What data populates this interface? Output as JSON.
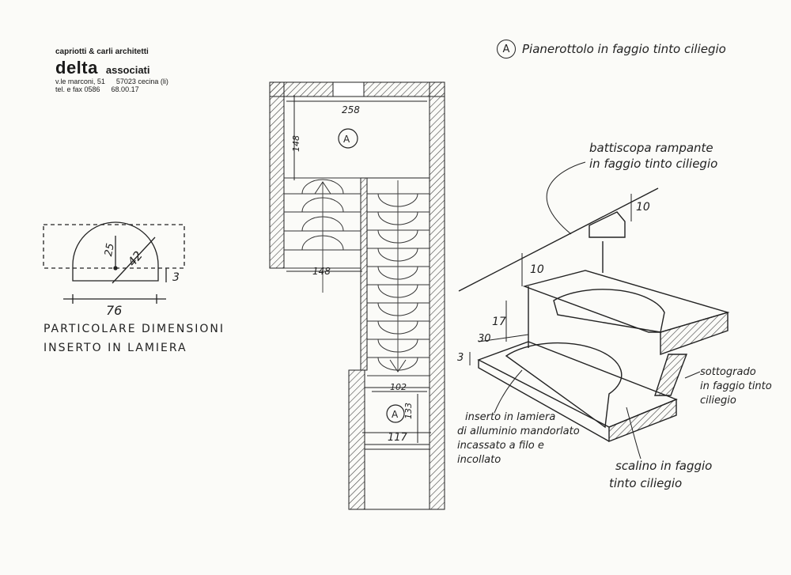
{
  "firm": {
    "line1": "capriotti & carli architetti",
    "logo": "delta",
    "associati": "associati",
    "address_street": "v.le marconi, 51",
    "address_city": "57023 cecina (li)",
    "phone_label": "tel. e fax 0586",
    "phone_number": "68.00.17"
  },
  "title_marker": "A",
  "title_text": "Pianerottolo in faggio tinto ciliegio",
  "detail": {
    "caption_line1": "PARTICOLARE DIMENSIONI",
    "caption_line2": "INSERTO IN LAMIERA",
    "dim_width": "76",
    "dim_radius": "42",
    "dim_height": "25",
    "dim_thickness": "3"
  },
  "plan": {
    "dim_top_width": "258",
    "dim_landing_depth": "148",
    "dim_flight_width": "148",
    "marker_top": "A",
    "marker_bottom": "A",
    "dim_lower_width": "102",
    "dim_lower_depth": "133",
    "dim_lower_bottom": "117"
  },
  "section": {
    "label_skirting_line1": "battiscopa rampante",
    "label_skirting_line2": "in faggio tinto ciliegio",
    "dim_skirting_top": "10",
    "dim_skirting_side": "10",
    "dim_riser": "17",
    "dim_tread": "30",
    "dim_thickness": "3",
    "label_riser_line1": "sottogrado",
    "label_riser_line2": "in faggio tinto",
    "label_riser_line3": "ciliegio",
    "label_insert_line1": "inserto in lamiera",
    "label_insert_line2": "di alluminio mandorlato",
    "label_insert_line3": "incassato a filo e",
    "label_insert_line4": "incollato",
    "label_step_line1": "scalino in faggio",
    "label_step_line2": "tinto ciliegio"
  }
}
